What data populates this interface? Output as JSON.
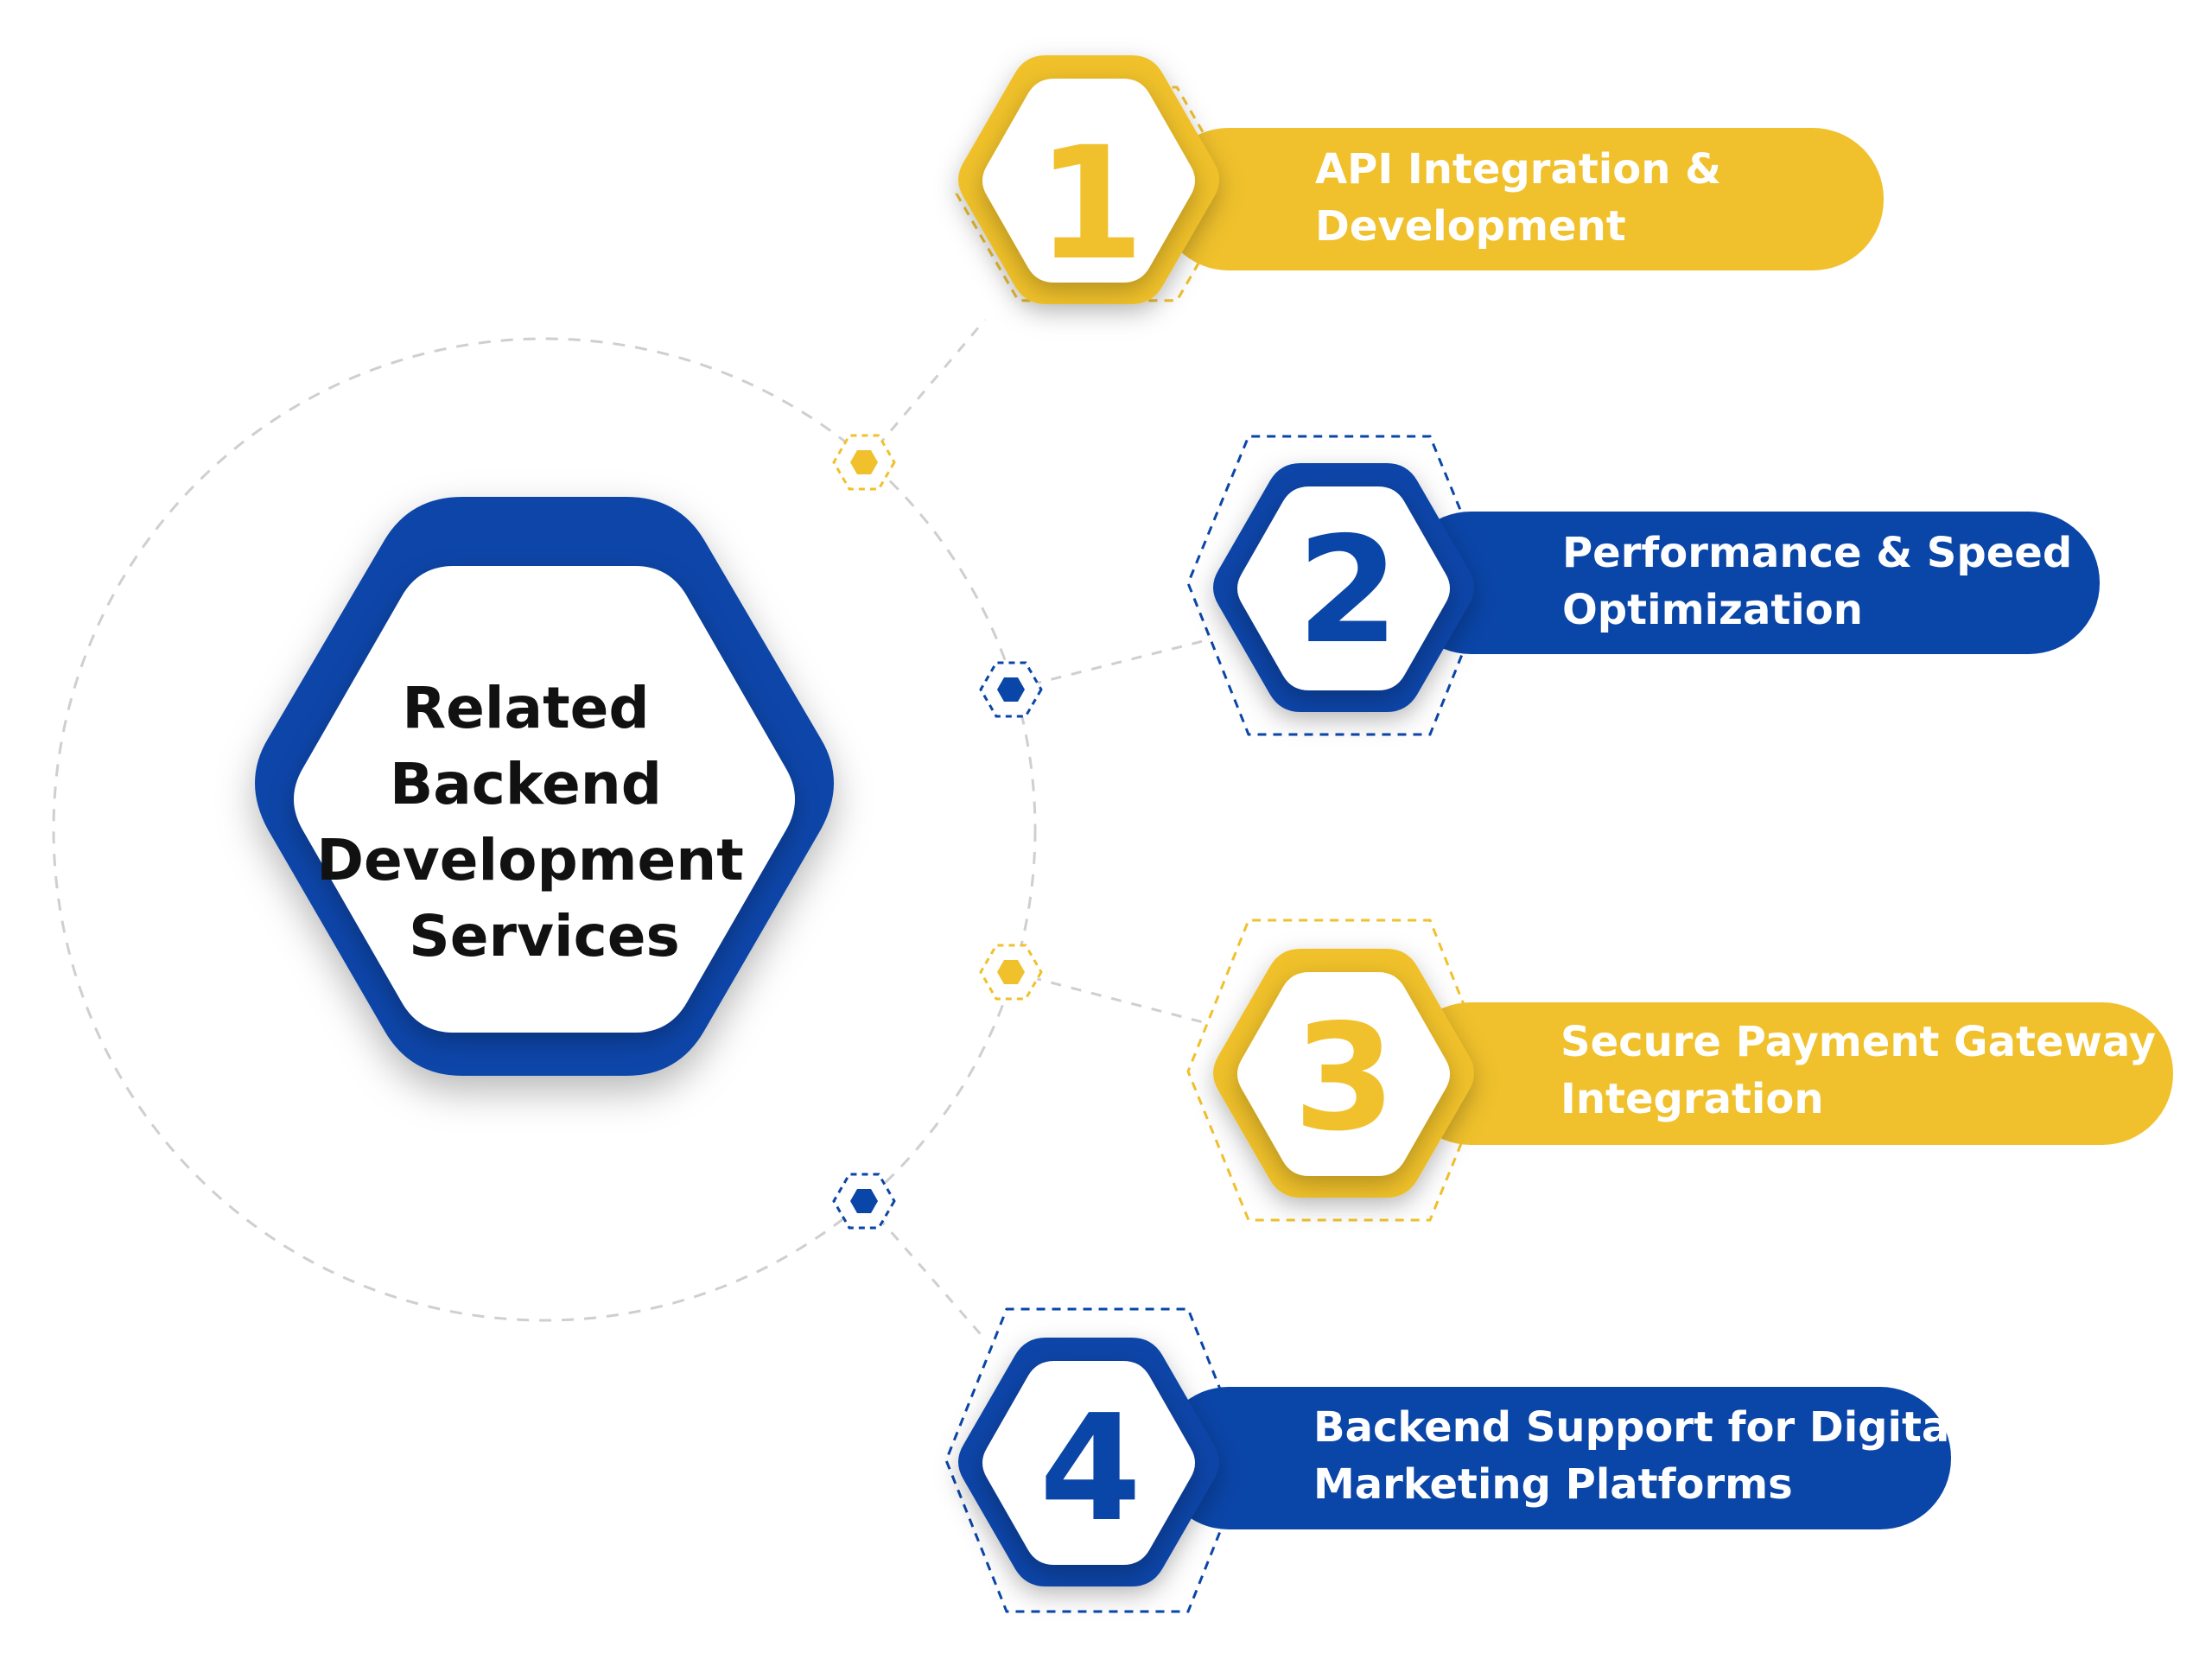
{
  "center": {
    "line1": "Related",
    "line2": "Backend",
    "line3": "Development",
    "line4": "Services"
  },
  "steps": [
    {
      "number": "1",
      "line1": "API Integration &",
      "line2": "Development",
      "color": "#F0C12C"
    },
    {
      "number": "2",
      "line1": "Performance & Speed",
      "line2": "Optimization",
      "color": "#0A45A8"
    },
    {
      "number": "3",
      "line1": "Secure Payment Gateway",
      "line2": "Integration",
      "color": "#F0C12C"
    },
    {
      "number": "4",
      "line1": "Backend Support for Digital",
      "line2": "Marketing Platforms",
      "color": "#0A45A8"
    }
  ],
  "colors": {
    "yellow": "#F0C12C",
    "blue": "#0A45A8",
    "dashed_line": "#CFCFCF",
    "center_text": "#111111",
    "background": "#FFFFFF"
  }
}
